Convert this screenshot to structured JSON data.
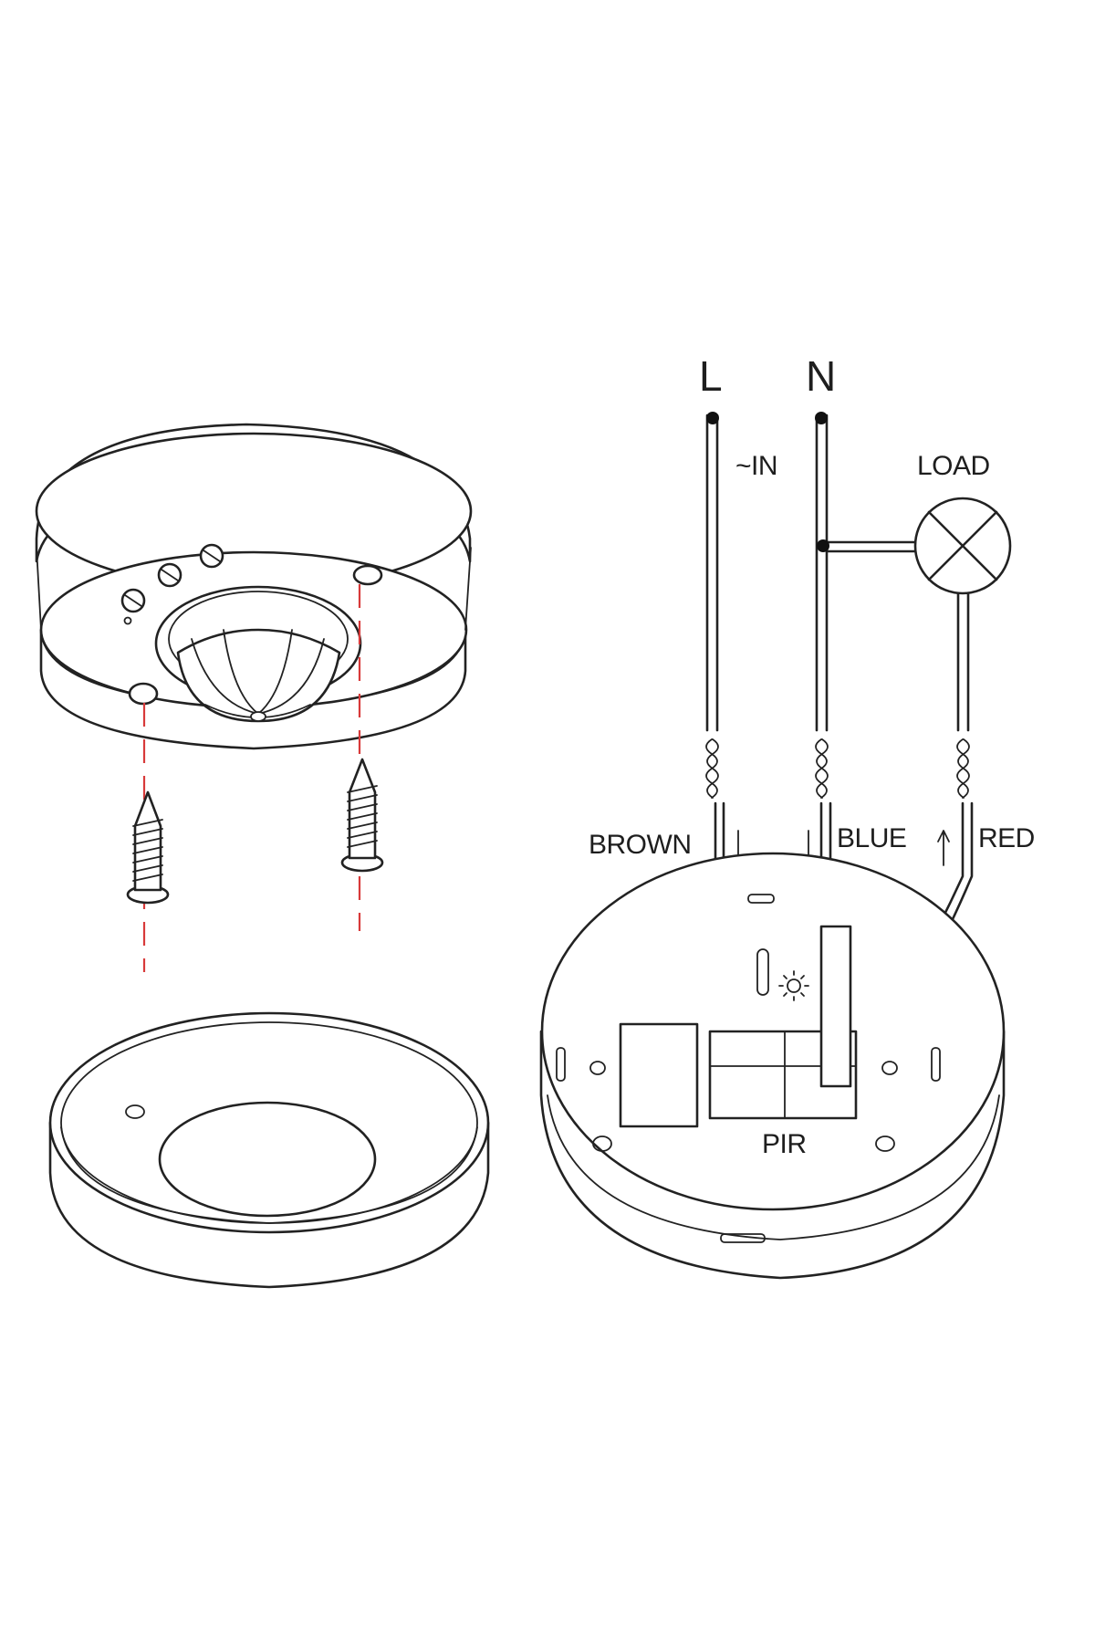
{
  "labels": {
    "line": "L",
    "neutral": "N",
    "input": "~IN",
    "load": "LOAD",
    "brown": "BROWN",
    "blue": "BLUE",
    "red": "RED",
    "pir": "PIR"
  },
  "colors": {
    "ink": "#222222",
    "guide": "#d83a3a",
    "background": "#ffffff"
  },
  "icons": {
    "light_sensor": "sun-icon",
    "lamp": "lamp-cross-icon",
    "screw": "screw-icon"
  }
}
